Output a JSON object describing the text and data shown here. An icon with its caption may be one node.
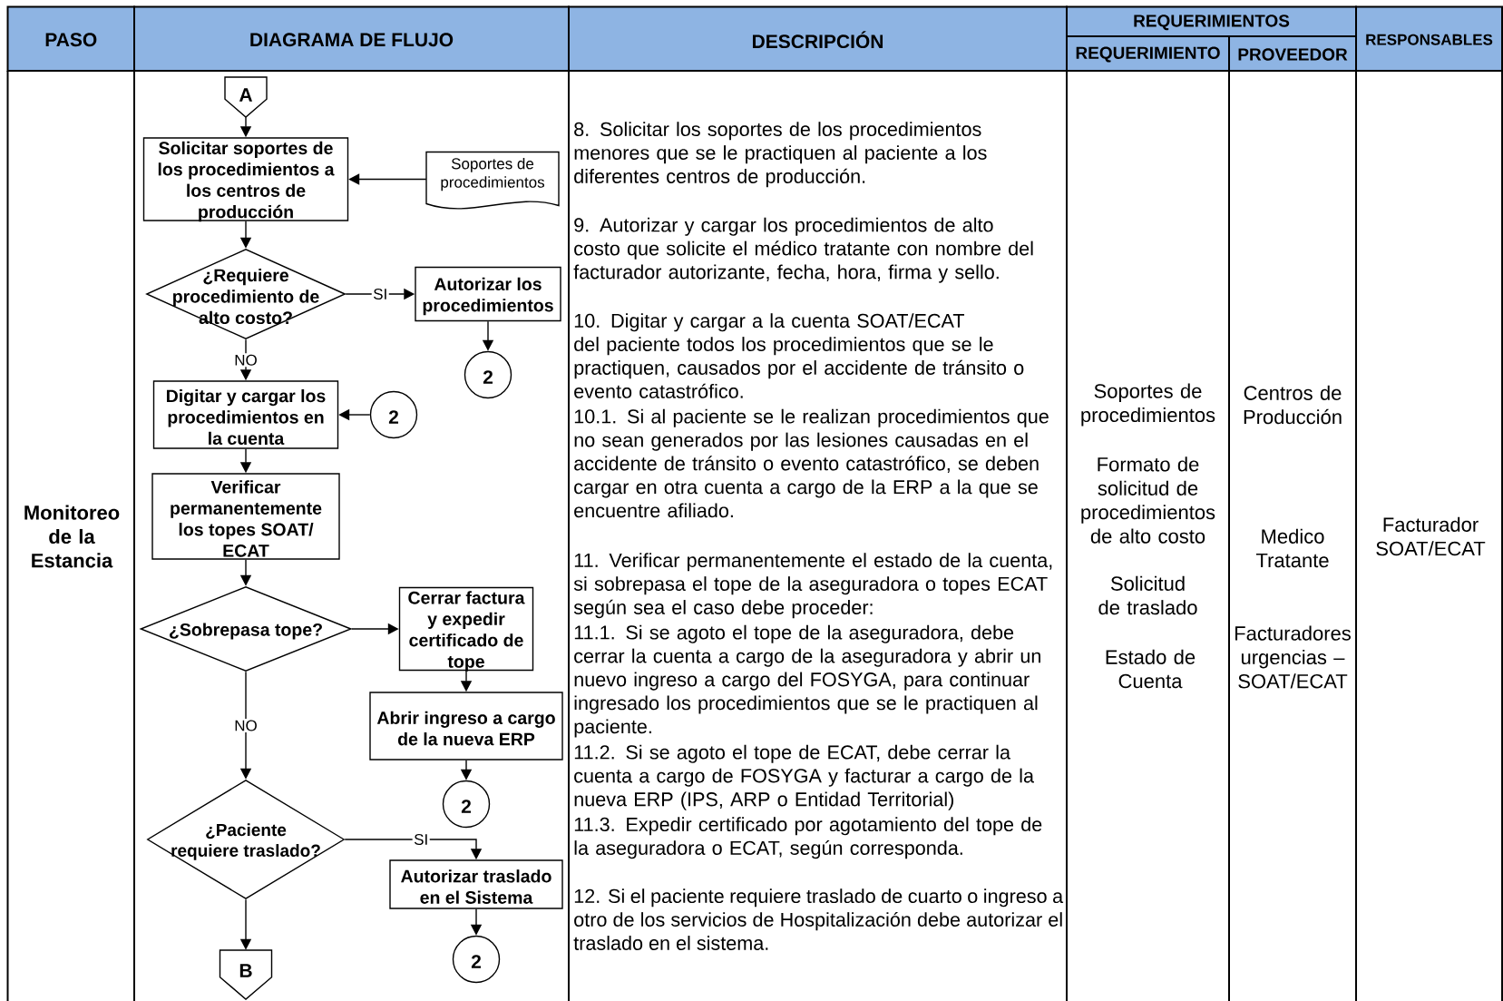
{
  "diagram": {
    "nodes": [
      {
        "text": [
          "A"
        ]
      },
      {
        "text": [
          "Solicitar soportes de los procedimientos a los centros de producción"
        ]
      },
      {
        "text": [
          "Soportes de procedimientos"
        ]
      },
      {
        "text": [
          "¿Requiere procedimiento de alto costo?"
        ]
      },
      {
        "text": [
          "Autorizar los procedimientos"
        ]
      },
      {
        "text": [
          "2"
        ]
      },
      {
        "text": [
          "Digitar y cargar los procedimientos en la cuenta"
        ]
      },
      {
        "text": [
          "2"
        ]
      },
      {
        "text": [
          "Verificar permanentemente los topes SOAT/ ECAT"
        ]
      },
      {
        "text": [
          "¿Sobrepasa tope?"
        ]
      },
      {
        "text": [
          "Cerrar factura y expedir certificado de tope"
        ]
      },
      {
        "text": [
          "Abrir ingreso a cargo de la nueva ERP"
        ]
      },
      {
        "text": [
          "2"
        ]
      },
      {
        "text": [
          "¿Paciente requiere traslado?"
        ]
      },
      {
        "text": [
          "Autorizar traslado en el Sistema"
        ]
      },
      {
        "text": [
          "2"
        ]
      },
      {
        "text": [
          "B"
        ]
      }
    ],
    "edges": [
      {
        "from": 0,
        "to": 1,
        "arrow": "to"
      },
      {
        "from": 2,
        "to": 1,
        "arrow": "to"
      },
      {
        "from": 1,
        "to": 3,
        "arrow": "to"
      },
      {
        "from": 3,
        "to": 4,
        "arrow": "to",
        "label": "SI"
      },
      {
        "from": 4,
        "to": 5,
        "arrow": "to"
      },
      {
        "from": 3,
        "to": 6,
        "arrow": "to",
        "label": "NO"
      },
      {
        "from": 7,
        "to": 6,
        "arrow": "to"
      },
      {
        "from": 6,
        "to": 8,
        "arrow": "to"
      },
      {
        "from": 8,
        "to": 9,
        "arrow": "to"
      },
      {
        "from": 9,
        "to": 10,
        "arrow": "to"
      },
      {
        "from": 10,
        "to": 11,
        "arrow": "to"
      },
      {
        "from": 11,
        "to": 12,
        "arrow": "to"
      },
      {
        "from": 9,
        "to": 13,
        "arrow": "to",
        "label": "NO"
      },
      {
        "from": 13,
        "to": 14,
        "arrow": "to",
        "label": "SI"
      },
      {
        "from": 14,
        "to": 15,
        "arrow": "to"
      },
      {
        "from": 13,
        "to": 16,
        "arrow": "to"
      }
    ],
    "labels": [
      "PASO",
      "DIAGRAMA DE FLUJO",
      "DESCRIPCIÓN",
      "REQUERIMIENTOS",
      "REQUERIMIENTO",
      "PROVEEDOR",
      "RESPONSABLES",
      "Monitoreo de la Estancia",
      "8. Solicitar los soportes de los procedimientos menores que se le practiquen al paciente a los diferentes centros de producción.",
      "9. Autorizar y cargar los procedimientos de alto costo que solicite el médico tratante con nombre del facturador autorizante, fecha, hora, firma y sello.",
      "10. Digitar y cargar a la cuenta SOAT/ECAT del paciente todos los procedimientos que se le practiquen, causados por el accidente de tránsito o evento catastrófico.",
      "10.1. Si al paciente se le realizan procedimientos que no sean generados por las lesiones causadas en el accidente de tránsito o evento catastrófico, se deben cargar en otra cuenta a cargo de la ERP a la que se encuentre afiliado.",
      "11. Verificar permanentemente el estado de la cuenta, si sobrepasa el tope de la aseguradora o topes ECAT según sea el caso debe proceder:",
      "11.1. Si se agoto el tope de la aseguradora, debe cerrar la cuenta a cargo de la aseguradora y abrir un nuevo ingreso a cargo del FOSYGA, para continuar ingresado los procedimientos que se le practiquen al paciente.",
      "11.2. Si se agoto el tope de ECAT, debe cerrar la cuenta a cargo de FOSYGA y facturar a cargo de la nueva ERP (IPS, ARP o Entidad Territorial)",
      "11.3. Expedir certificado por agotamiento del tope de la aseguradora o ECAT, según corresponda.",
      "12. Si el paciente requiere traslado de cuarto o ingreso a otro de los servicios de Hospitalización debe autorizar el traslado en el sistema.",
      "Soportes de procedimientos",
      "Formato de solicitud de procedimientos de alto costo",
      "Solicitud de traslado",
      "Estado de Cuenta",
      "Centros de Producción",
      "Medico Tratante",
      "Facturadores urgencias – SOAT/ECAT",
      "Facturador SOAT/ECAT"
    ]
  }
}
